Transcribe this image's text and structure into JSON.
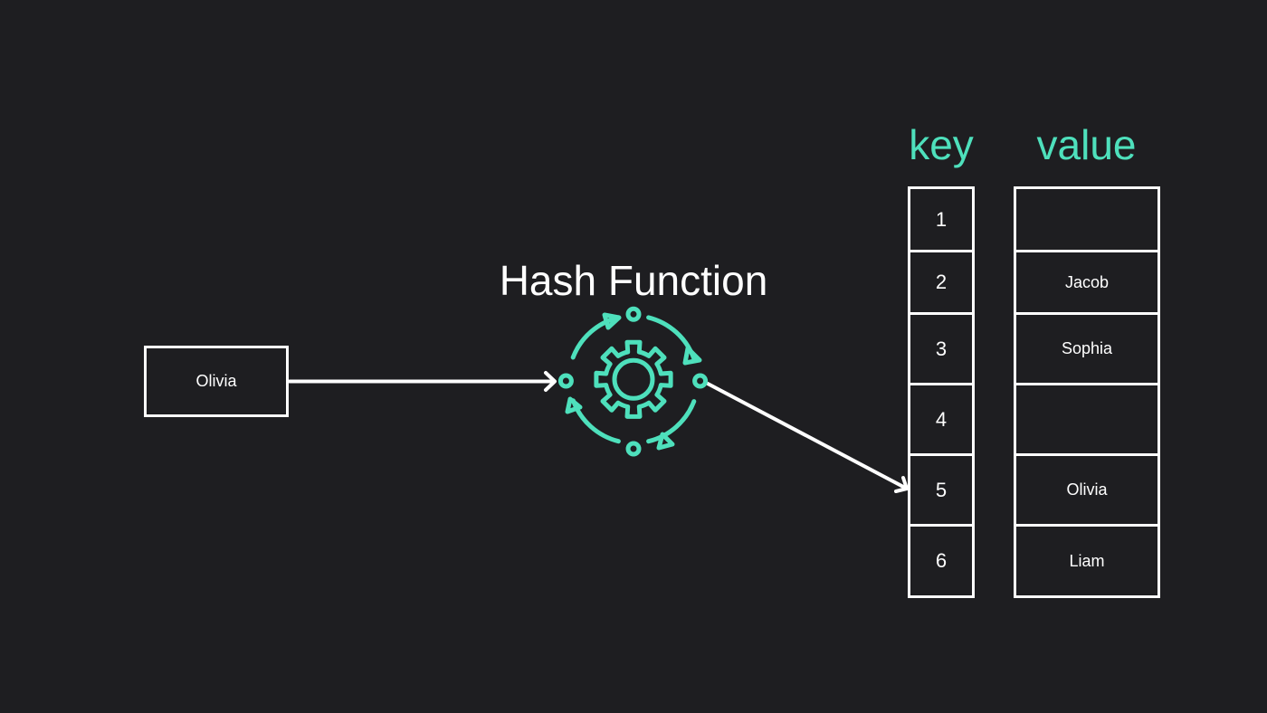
{
  "input": {
    "label": "Olivia"
  },
  "hash": {
    "title": "Hash Function",
    "icon": "gear-cycle-icon",
    "accent": "#4ee0bc"
  },
  "table": {
    "key_header": "key",
    "value_header": "value",
    "rows": [
      {
        "key": "1",
        "value": ""
      },
      {
        "key": "2",
        "value": "Jacob"
      },
      {
        "key": "3",
        "value": "Sophia"
      },
      {
        "key": "4",
        "value": ""
      },
      {
        "key": "5",
        "value": "Olivia"
      },
      {
        "key": "6",
        "value": "Liam"
      }
    ]
  },
  "colors": {
    "background": "#1e1e21",
    "foreground": "#ffffff",
    "accent": "#4ee0bc"
  }
}
